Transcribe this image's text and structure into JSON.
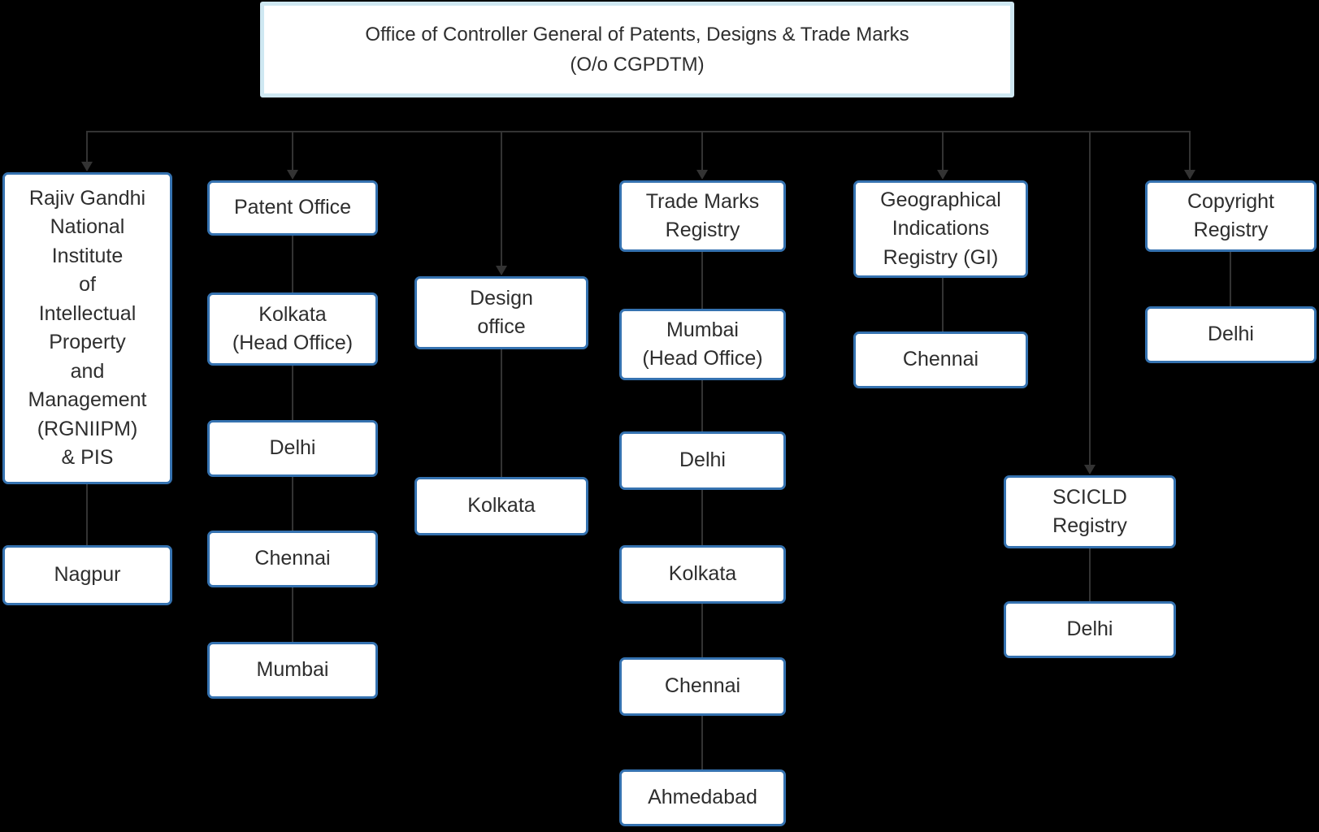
{
  "org": {
    "root": "Office of Controller General of Patents, Designs & Trade Marks\n(O/o CGPDTM)",
    "branches": [
      {
        "head": "Rajiv Gandhi\nNational\nInstitute\nof\nIntellectual\nProperty\nand\nManagement\n(RGNIIPM)\n& PIS",
        "children": [
          "Nagpur"
        ]
      },
      {
        "head": "Patent Office",
        "children": [
          "Kolkata\n(Head Office)",
          "Delhi",
          "Chennai",
          "Mumbai"
        ]
      },
      {
        "head": "Design\noffice",
        "children": [
          "Kolkata"
        ]
      },
      {
        "head": "Trade Marks\nRegistry",
        "children": [
          "Mumbai\n(Head Office)",
          "Delhi",
          "Kolkata",
          "Chennai",
          "Ahmedabad"
        ]
      },
      {
        "head": "Geographical\nIndications\nRegistry (GI)",
        "children": [
          "Chennai"
        ]
      },
      {
        "head": "SCICLD\nRegistry",
        "children": [
          "Delhi"
        ]
      },
      {
        "head": "Copyright\nRegistry",
        "children": [
          "Delhi"
        ]
      }
    ]
  },
  "colors": {
    "background": "#000000",
    "edge": "#333333",
    "node_border": "#3572b0",
    "root_border": "#cfe8f2",
    "node_fill": "#ffffff",
    "text": "#2e2e2e"
  }
}
